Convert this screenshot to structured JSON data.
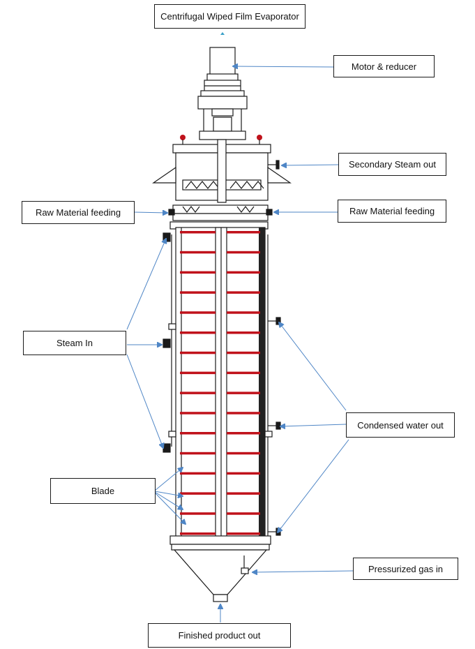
{
  "title": "Centrifugal Wiped Film Evaporator",
  "labels": {
    "motor": "Motor & reducer",
    "secondary_steam": "Secondary Steam out",
    "raw_left": "Raw Material feeding",
    "raw_right": "Raw Material feeding",
    "steam_in": "Steam In",
    "condensed": "Condensed water out",
    "blade": "Blade",
    "pressurized": "Pressurized gas in",
    "finished": "Finished product out"
  },
  "colors": {
    "blade": "#c0121b",
    "leader": "#4f86c6",
    "line": "#1a1a1a"
  }
}
